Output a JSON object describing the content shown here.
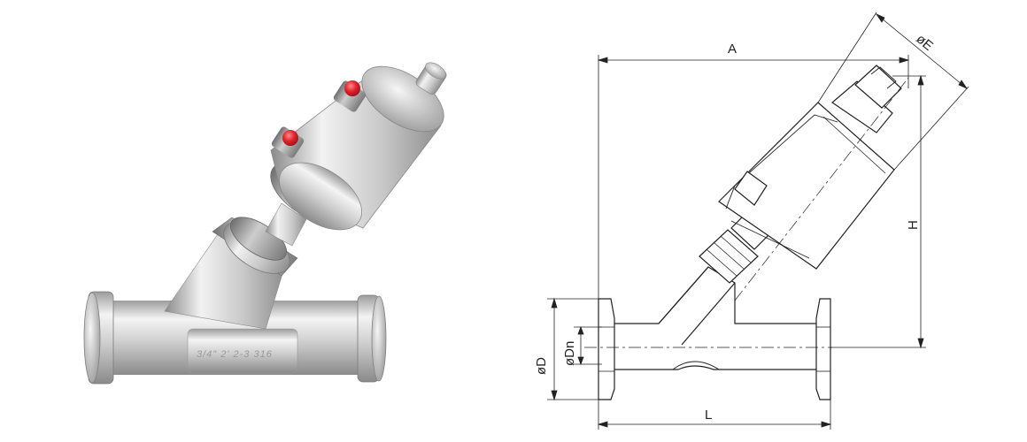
{
  "photo": {
    "body_engraving": "3/4\" 2' 2-3 316"
  },
  "drawing": {
    "dim_overall_length": "A",
    "dim_actuator_diameter": "øE",
    "dim_height": "H",
    "dim_flange_diameter": "øD",
    "dim_nominal_diameter": "øDn",
    "dim_body_length": "L"
  },
  "colors": {
    "steel_light": "#eeeeee",
    "steel_mid": "#c4c4c4",
    "steel_dark": "#8d8d8d",
    "indicator_red": "#e0242c",
    "line": "#222222"
  }
}
